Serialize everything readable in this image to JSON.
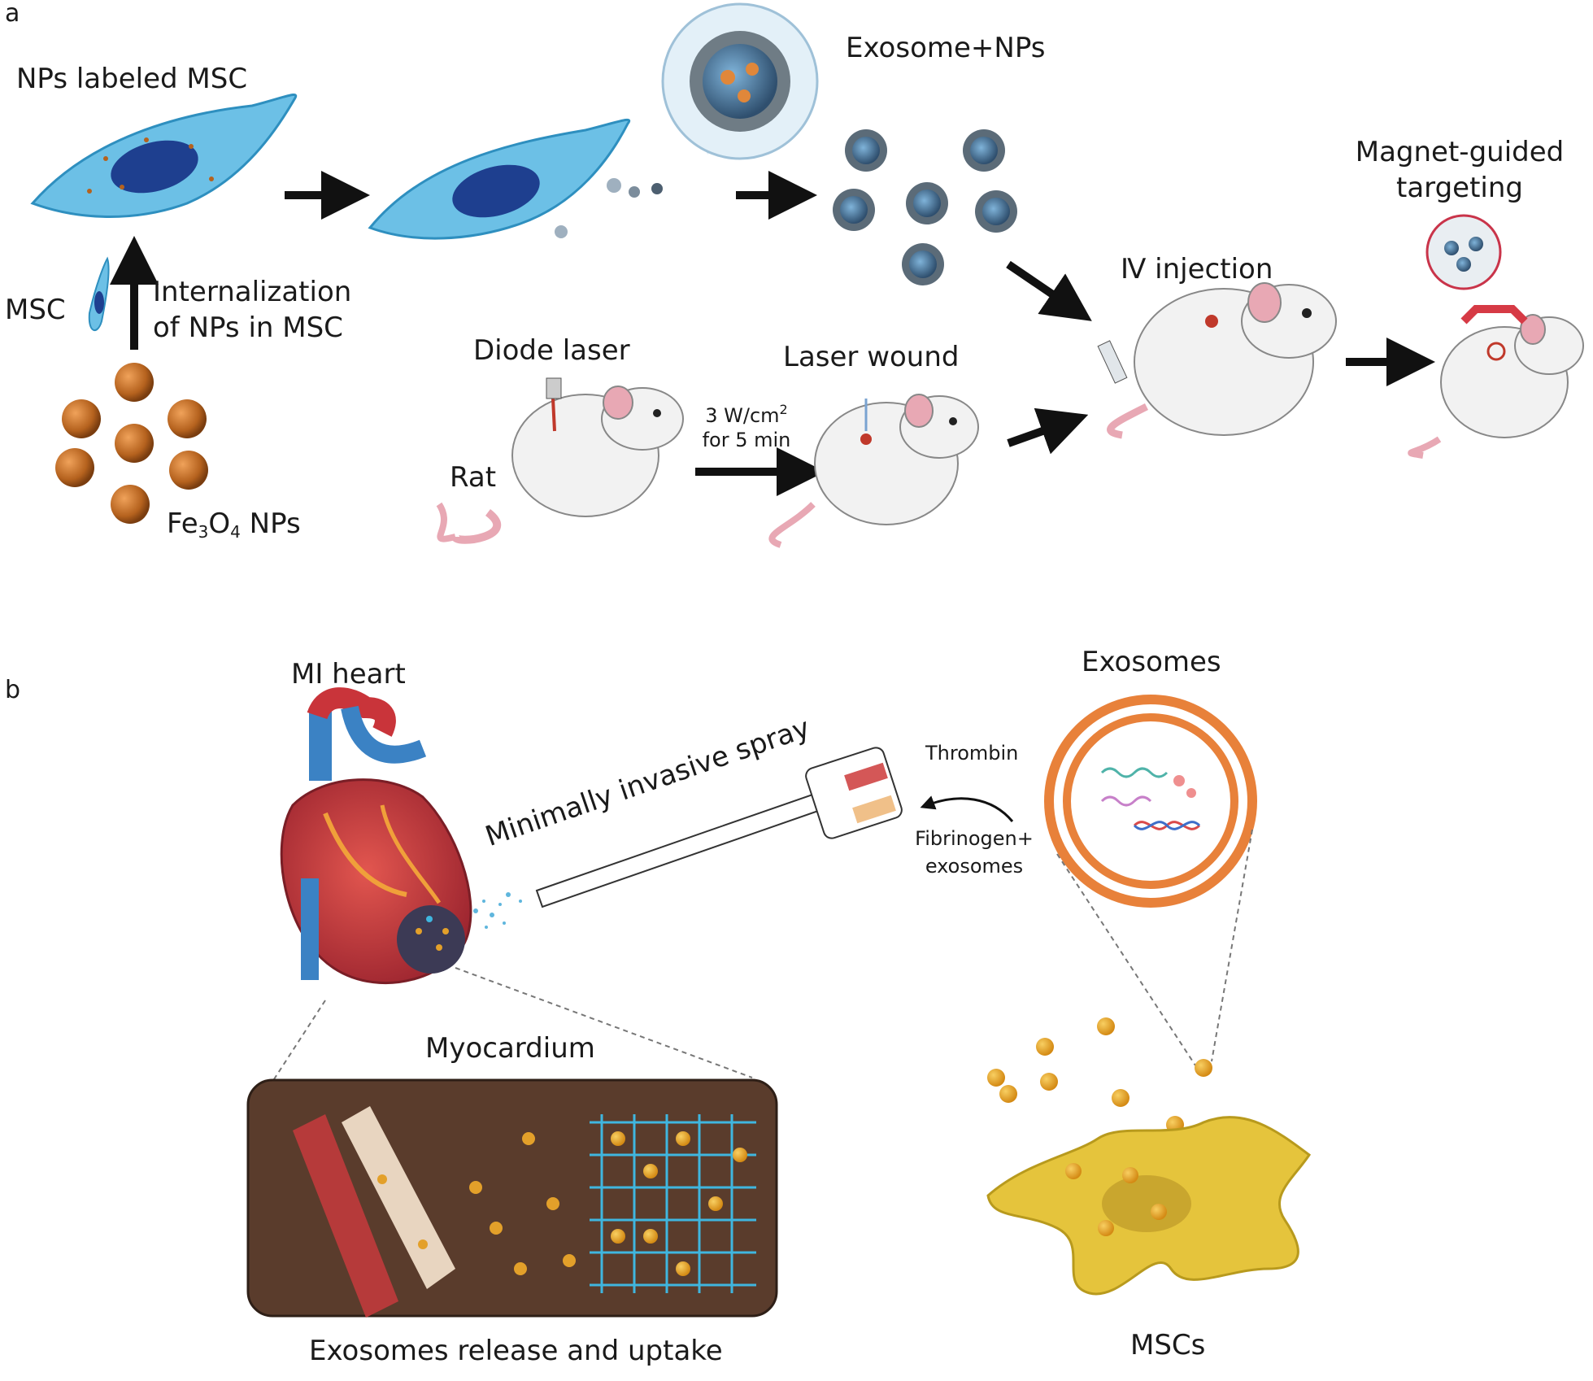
{
  "panels": {
    "a": "a",
    "b": "b"
  },
  "panel_a": {
    "nps_labeled_msc": "NPs labeled MSC",
    "exosome_nps": "Exosome+NPs",
    "msc": "MSC",
    "internalization_line1": "Internalization",
    "internalization_line2": "of NPs in MSC",
    "fe3o4_prefix": "Fe",
    "fe3o4_sub1": "3",
    "fe3o4_mid": "O",
    "fe3o4_sub2": "4",
    "fe3o4_suffix": " NPs",
    "diode_laser": "Diode laser",
    "rat": "Rat",
    "laser_dose_prefix": "3 W/cm",
    "laser_dose_sup": "2",
    "laser_time": "for 5 min",
    "laser_wound": "Laser wound",
    "iv_injection": "Ⅳ injection",
    "magnet_line1": "Magnet-guided",
    "magnet_line2": "targeting"
  },
  "panel_b": {
    "mi_heart": "MI heart",
    "spray": "Minimally invasive spray",
    "thrombin": "Thrombin",
    "fibrinogen_line1": "Fibrinogen+",
    "fibrinogen_line2": "exosomes",
    "exosomes": "Exosomes",
    "myocardium": "Myocardium",
    "release_uptake": "Exosomes release and uptake",
    "mscs": "MSCs"
  },
  "colors": {
    "cell_blue": "#5fb6dd",
    "nucleus": "#1e3f8f",
    "fe3o4": "#b5621e",
    "rat_body": "#f2f2f2",
    "rat_pink": "#e8a8b4",
    "heart_red": "#c9343a",
    "vessel_blue": "#3b82c4",
    "membrane_orange": "#e8813a",
    "myocardium_bg": "#5a3c2c",
    "exosome_gold": "#e3a02a",
    "msc_yellow": "#e5c43c"
  }
}
